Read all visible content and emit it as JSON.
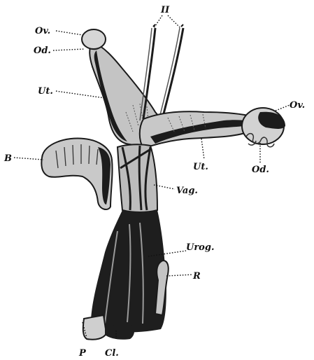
{
  "labels": {
    "vessels": "II",
    "ovary_left": "Ov.",
    "oviduct_left": "Od.",
    "uterus_left": "Ut.",
    "bladder": "B",
    "ovary_right": "Ov.",
    "uterus_right": "Ut.",
    "oviduct_right": "Od.",
    "vagina": "Vag.",
    "urogenital": "Urog.",
    "rectum": "R",
    "penis": "P",
    "cloaca": "Cl."
  },
  "colors": {
    "tissue_light": "#cfcfcf",
    "tissue_mid": "#8a8a8a",
    "tissue_dark": "#1c1c1c",
    "background": "#ffffff"
  }
}
